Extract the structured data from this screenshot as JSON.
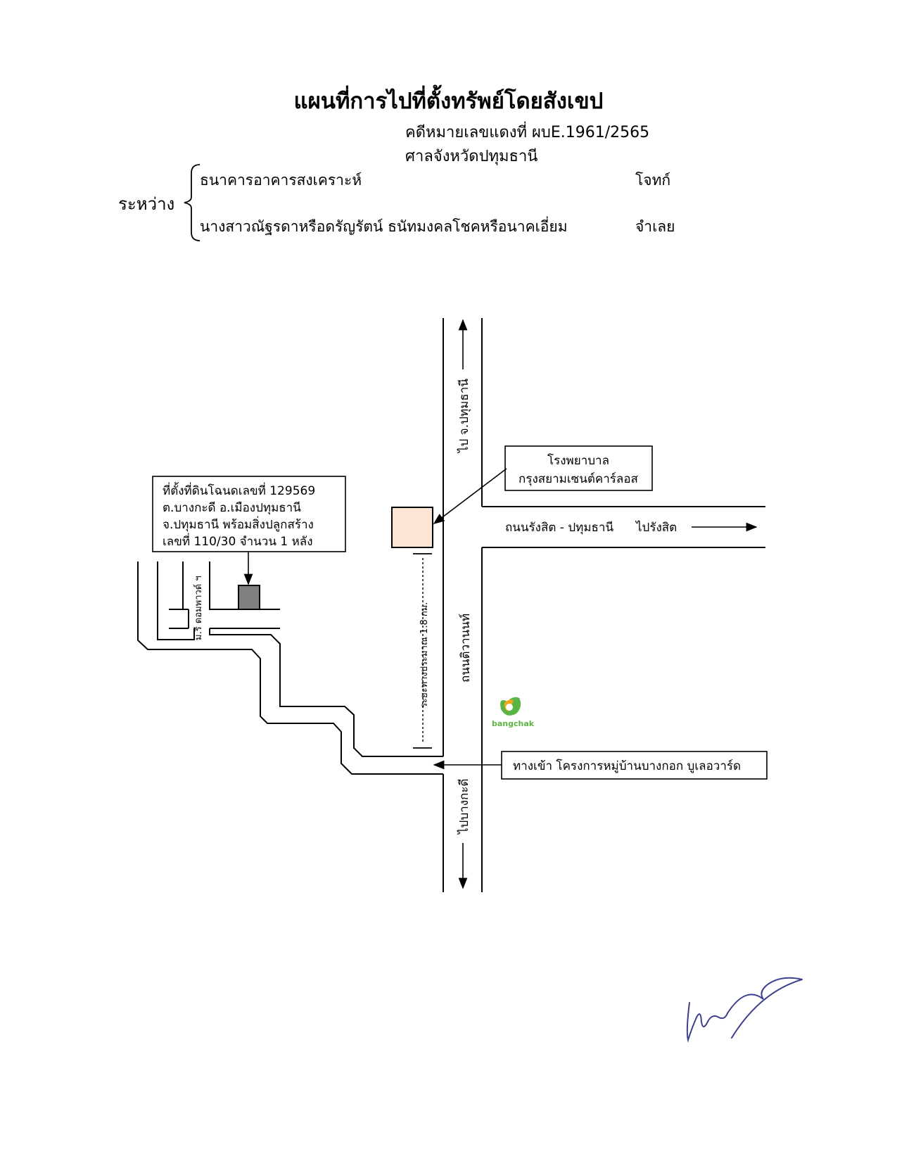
{
  "header": {
    "title": "แผนที่การไปที่ตั้งทรัพย์โดยสังเขป",
    "case_no": "คดีหมายเลขแดงที่ ผบE.1961/2565",
    "court": "ศาลจังหวัดปทุมธานี",
    "between": "ระหว่าง",
    "plaintiff_name": "ธนาคารอาคารสงเคราะห์",
    "plaintiff_role": "โจทก์",
    "defendant_name": "นางสาวณัฐรดาหรือดรัญรัตน์ ธนัทมงคลโชคหรือนาคเอี่ยม",
    "defendant_role": "จำเลย"
  },
  "map": {
    "property_label": [
      "ที่ตั้งที่ดินโฉนดเลขที่ 129569",
      "ต.บางกะดี อ.เมืองปทุมธานี",
      "จ.ปทุมธานี พร้อมสิ่งปลูกสร้าง",
      "เลขที่ 110/30 จำนวน 1 หลัง"
    ],
    "hospital_label": [
      "โรงพยาบาล",
      "กรุงสยามเซนต์คาร์ลอส"
    ],
    "to_pathum": "ไป จ.ปทุมธานี",
    "rangsit_road": "ถนนรังสิต - ปทุมธานี",
    "to_rangsit": "ไปรังสิต",
    "tiwanon_road": "ถนนติวานนท์",
    "distance": "ระยะทางประมาณ 1.8 กม.",
    "village_road": "ม.รี ดอมพาวด์ ฯ",
    "to_bangkadi": "ไปบางกะดี",
    "entrance_label": "ทางเข้า โครงการหมู่บ้านบางกอก บูเลอวาร์ด",
    "station_logo_text": "bangchak"
  },
  "colors": {
    "hospital_fill": "#fce5d4",
    "property_fill": "#7f7f7f",
    "logo_green": "#5bb545",
    "logo_orange": "#f2a71b",
    "signature_ink": "#3d3f8f"
  }
}
